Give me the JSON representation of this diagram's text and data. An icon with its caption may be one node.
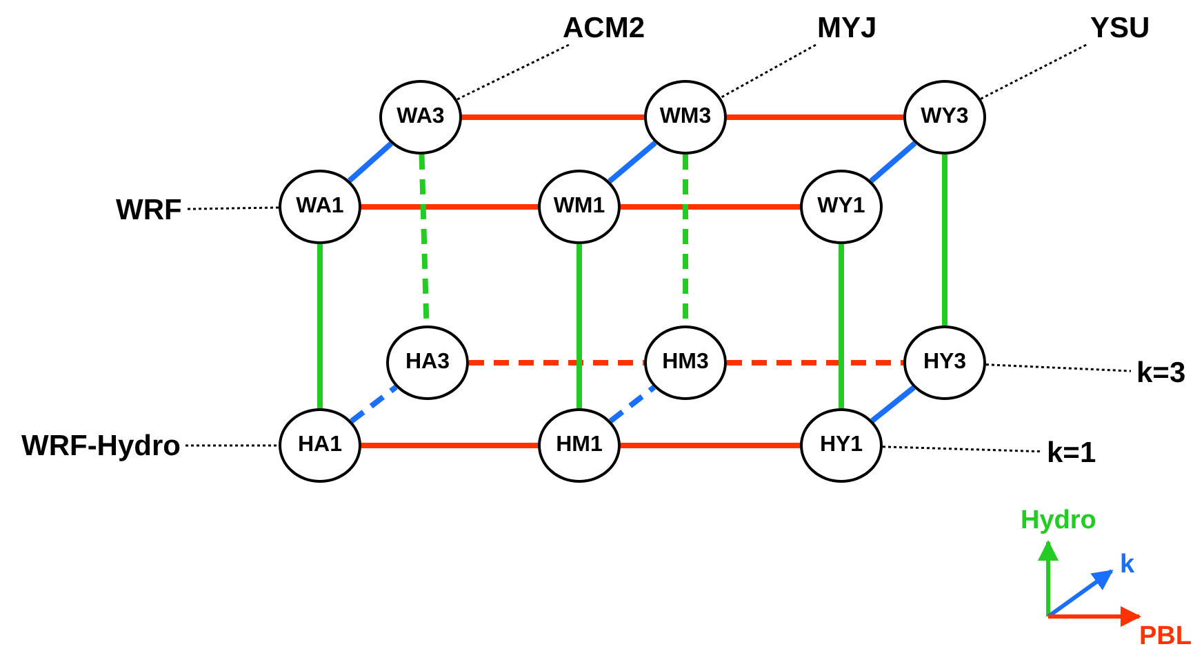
{
  "diagram": {
    "nodes": [
      {
        "text": [
          "ACM2"
        ]
      },
      {
        "text": [
          "MYJ"
        ]
      },
      {
        "text": [
          "YSU"
        ]
      },
      {
        "text": [
          "WA3"
        ]
      },
      {
        "text": [
          "WM3"
        ]
      },
      {
        "text": [
          "WY3"
        ]
      },
      {
        "text": [
          "WRF"
        ]
      },
      {
        "text": [
          "WA1"
        ]
      },
      {
        "text": [
          "WM1"
        ]
      },
      {
        "text": [
          "WY1"
        ]
      },
      {
        "text": [
          "HA3"
        ]
      },
      {
        "text": [
          "HM3"
        ]
      },
      {
        "text": [
          "HY3"
        ]
      },
      {
        "text": [
          "k=3"
        ]
      },
      {
        "text": [
          "WRF-Hydro"
        ]
      },
      {
        "text": [
          "HA1"
        ]
      },
      {
        "text": [
          "HM1"
        ]
      },
      {
        "text": [
          "HY1"
        ]
      },
      {
        "text": [
          "k=1"
        ]
      }
    ],
    "edges": [
      {
        "from": 3,
        "to": 4,
        "arrow": "none",
        "color": "#ff3300"
      },
      {
        "from": 4,
        "to": 5,
        "arrow": "none",
        "color": "#ff3300"
      },
      {
        "from": 7,
        "to": 8,
        "arrow": "none",
        "color": "#ff3300"
      },
      {
        "from": 8,
        "to": 9,
        "arrow": "none",
        "color": "#ff3300"
      },
      {
        "from": 10,
        "to": 11,
        "arrow": "none",
        "style": "dashed",
        "color": "#ff3300"
      },
      {
        "from": 11,
        "to": 12,
        "arrow": "none",
        "style": "dashed",
        "color": "#ff3300"
      },
      {
        "from": 15,
        "to": 16,
        "arrow": "none",
        "color": "#ff3300"
      },
      {
        "from": 16,
        "to": 17,
        "arrow": "none",
        "color": "#ff3300"
      },
      {
        "from": 7,
        "to": 3,
        "arrow": "none",
        "color": "#1a6fff"
      },
      {
        "from": 8,
        "to": 4,
        "arrow": "none",
        "color": "#1a6fff"
      },
      {
        "from": 9,
        "to": 5,
        "arrow": "none",
        "color": "#1a6fff"
      },
      {
        "from": 15,
        "to": 10,
        "arrow": "none",
        "style": "dashed",
        "color": "#1a6fff"
      },
      {
        "from": 16,
        "to": 11,
        "arrow": "none",
        "style": "dashed",
        "color": "#1a6fff"
      },
      {
        "from": 17,
        "to": 12,
        "arrow": "none",
        "color": "#1a6fff"
      },
      {
        "from": 7,
        "to": 15,
        "arrow": "none",
        "color": "#22cc22"
      },
      {
        "from": 8,
        "to": 16,
        "arrow": "none",
        "color": "#22cc22"
      },
      {
        "from": 9,
        "to": 17,
        "arrow": "none",
        "color": "#22cc22"
      },
      {
        "from": 5,
        "to": 12,
        "arrow": "none",
        "color": "#22cc22"
      },
      {
        "from": 3,
        "to": 10,
        "arrow": "none",
        "style": "dashed",
        "color": "#22cc22"
      },
      {
        "from": 4,
        "to": 11,
        "arrow": "none",
        "style": "dashed",
        "color": "#22cc22"
      },
      {
        "from": 0,
        "to": 3,
        "arrow": "none",
        "style": "dashed",
        "color": "#000000"
      },
      {
        "from": 1,
        "to": 4,
        "arrow": "none",
        "style": "dashed",
        "color": "#000000"
      },
      {
        "from": 2,
        "to": 5,
        "arrow": "none",
        "style": "dashed",
        "color": "#000000"
      },
      {
        "from": 6,
        "to": 7,
        "arrow": "none",
        "style": "dashed",
        "color": "#000000"
      },
      {
        "from": 12,
        "to": 13,
        "arrow": "none",
        "style": "dashed",
        "color": "#000000"
      },
      {
        "from": 14,
        "to": 15,
        "arrow": "none",
        "style": "dashed",
        "color": "#000000"
      },
      {
        "from": 17,
        "to": 18,
        "arrow": "none",
        "style": "dashed",
        "color": "#000000"
      }
    ],
    "labels": [
      "Hydro",
      "k",
      "PBL"
    ]
  }
}
